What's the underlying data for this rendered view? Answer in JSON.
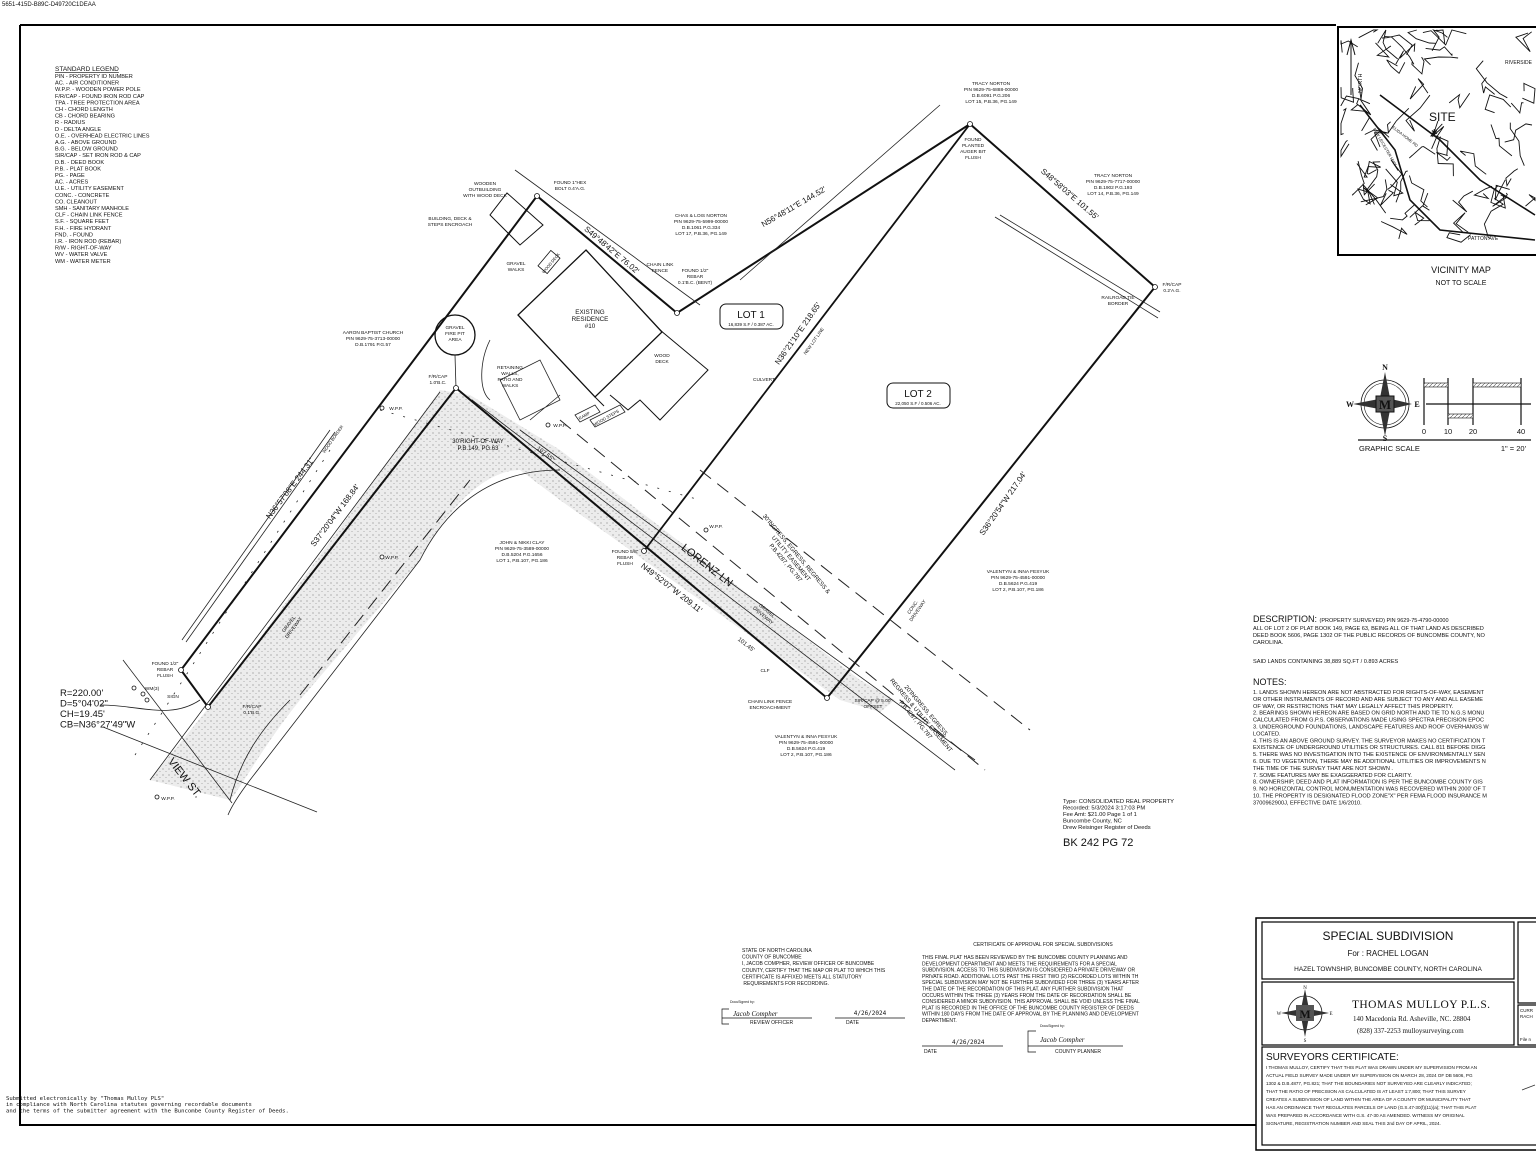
{
  "header_id": "5651-415D-B89C-D49720C1DEAA",
  "legend": {
    "title": "STANDARD LEGEND",
    "items": [
      "PIN - PROPERTY ID NUMBER",
      "AC. - AIR CONDITIONER",
      "W.P.P. - WOODEN POWER POLE",
      "F/R/CAP - FOUND IRON ROD CAP",
      "TPA - TREE PROTECTION AREA",
      "CH - CHORD LENGTH",
      "CB - CHORD BEARING",
      "R - RADIUS",
      "D - DELTA ANGLE",
      "O.E. - OVERHEAD ELECTRIC LINES",
      "A.G. - ABOVE GROUND",
      "B.G. - BELOW GROUND",
      "SIR/CAP - SET IRON ROD & CAP",
      "D.B. - DEED BOOK",
      "P.B. - PLAT BOOK",
      "PG. - PAGE",
      "AC. - ACRES",
      "U.E. - UTILITY EASEMENT",
      "CONC. - CONCRETE",
      "CO. CLEANOUT",
      "SMH - SANITARY MANHOLE",
      "CLF - CHAIN LINK FENCE",
      "S.F. - SQUARE FEET",
      "F.H. - FIRE HYDRANT",
      "FND. - FOUND",
      "I.R. - IRON ROD (REBAR)",
      "R/W - RIGHT-OF-WAY",
      "WV - WATER VALVE",
      "WM - WATER METER"
    ]
  },
  "plat": {
    "lot1": {
      "label": "LOT 1",
      "area": "16,839 S.F / 0.387 AC."
    },
    "lot2": {
      "label": "LOT 2",
      "area": "22,050 S.F / 0.506 AC."
    },
    "bearings": {
      "west": "N36°57'08\"E  244.31'",
      "north_short": "S49°48'42\"E  76.02'",
      "north_long": "N56°48'11\"E  144.52'",
      "northeast": "S48°58'03\"E  101.55'",
      "east": "S36°20'54\"W  217.04'",
      "south": "N49°52'07\"W  209.11'",
      "row": "S37°20'04\"W  168.84'",
      "new_lot_line": "N36°21'10\"E  218.65'",
      "seg_107": "107.55'",
      "seg_101": "101.45'"
    },
    "new_lot_line_label": "NEW LOT LINE",
    "curve": [
      "R=220.00'",
      "D=5°04'02\"",
      "CH=19.45'",
      "CB=N36°27'49\"W"
    ],
    "streets": {
      "lorenz": "LORENZ LN",
      "view": "VIEW ST."
    },
    "owners": {
      "chas_norton": [
        "CHAS & LOIS NORTON",
        "PIN 9629-75-5999-00000",
        "D.B.1061 P.G.334",
        "LOT 17, P.B.36, PG.149"
      ],
      "tracy_norton_15": [
        "TRACY NORTON",
        "PIN 9629-75-6888-00000",
        "D.B.6091 P.G.206",
        "LOT 15, P.B.36, PG.149"
      ],
      "tracy_norton_14": [
        "TRACY NORTON",
        "PIN 9629-75-7717-00000",
        "D.B.1902 P.G.193",
        "LOT 14, P.B.36, PG.149"
      ],
      "aaron_church": [
        "AARON BAPTIST CHURCH",
        "PIN 9629-75-3713-00000",
        "D.B.1791 P.G.57"
      ],
      "clay": [
        "JOHN & NIKKI CLAY",
        "PIN 9629-75-3589-00000",
        "D.B.5204 P.G.1656",
        "LOT 1, P.B.107, PG.186"
      ],
      "fesyuk_east": [
        "VALENTYN & INNA FESYUK",
        "PIN 9629-75-4591-00000",
        "D.B.5624 P.G.419",
        "LOT 2, P.B.107, PG.186"
      ],
      "fesyuk_south": [
        "VALENTYN & INNA FESYUK",
        "PIN 9629-75-4591-00000",
        "D.B.5624 P.G.419",
        "LOT 2, P.B.107, PG.186"
      ]
    },
    "notes": {
      "outbuilding": [
        "WOODEN",
        "OUTBUILDING",
        "WITH WOOD DECK"
      ],
      "hex_bolt": [
        "FOUND 1\"HEX",
        "BOLT 0.4'A.G."
      ],
      "encroach": [
        "BUILDING, DECK &",
        "STEPS ENCROACH"
      ],
      "chain_link": [
        "CHAIN LINK",
        "FENCE"
      ],
      "rebar_bent": [
        "FOUND 1/2\"",
        "REBAR",
        "0.1'B.C. (BENT)"
      ],
      "gravel_walks": [
        "GRAVEL",
        "WALKS"
      ],
      "wood_deck_small": "WOOD DECK",
      "residence": [
        "EXISTING",
        "RESIDENCE",
        "#10"
      ],
      "wood_deck": [
        "WOOD",
        "DECK"
      ],
      "retaining": [
        "RETAINING",
        "WALLS,",
        "PATIO AND",
        "WALKS"
      ],
      "fire_pit": [
        "GRAVEL",
        "FIRE PIT",
        "AREA"
      ],
      "frcap_1": [
        "F/R/CAP",
        "1.0'B.C."
      ],
      "ramp": "RAMP",
      "wood_steps": "WOOD STEPS",
      "row30": [
        "30'RIGHT-OF-WAY",
        "P.B.149, PG.63"
      ],
      "wood_border": "WOOD BORDER",
      "gravel_drive_1": [
        "GRAVEL",
        "DRIVEWAY"
      ],
      "gravel_drive_2": [
        "GRAVEL",
        "DRIVEWAY"
      ],
      "rebar_58": [
        "FOUND 5/8\"",
        "REBAR",
        "FLUSH"
      ],
      "easement30": [
        "30'INGRESS, EGRESS, REGRESS &",
        "UTILITY EASEMENT",
        "P.B.4287, PG.787"
      ],
      "easement20": [
        "20'INGRESS, EGRESS,",
        "REGRESS & UTILITY EASEMENT",
        "P.B.4287, PG.787"
      ],
      "clf": "CLF",
      "clf_encroach": [
        "CHAIN LINK FENCE",
        "ENCROACHMENT"
      ],
      "sir_offset": [
        "SIR/CAP @ 5.00'",
        "OFFSET"
      ],
      "conc_drive": [
        "CONC.",
        "DRIVEWAY"
      ],
      "culvert": "CULVERT",
      "auger": [
        "FOUND",
        "PLANTED",
        "AUGER BIT",
        "FLUSH"
      ],
      "frcap_02": [
        "F/R/CAP",
        "0.2'A.G."
      ],
      "railroad": [
        "RAILROAD TIE",
        "BORDER"
      ],
      "rebar_flush": [
        "FOUND 1/2\"",
        "REBAR",
        "FLUSH"
      ],
      "wm": "WM(3)",
      "sign": "SIGN",
      "frcap_01": [
        "F/R/CAP",
        "0.1'B.G."
      ],
      "wpp": "W.P.P."
    }
  },
  "recording": {
    "lines": [
      "Type:  CONSOLIDATED REAL PROPERTY",
      "Recorded: 5/3/2024 3:17:03 PM",
      "Fee Amt:  $21.00  Page 1 of 1",
      "Buncombe County, NC",
      "Drew Reisinger Register of Deeds"
    ],
    "book_page": "BK 242  PG 72"
  },
  "vicinity_map": {
    "title": "VICINITY MAP",
    "subtitle": "NOT TO SCALE",
    "labels": {
      "site": "SITE",
      "north": "NORTH",
      "riverside": "RIVERSIDE",
      "elida": "ELIDA HOME RD",
      "leicester": "NEW LEICESTER HWY",
      "patton": "PATTON AVE"
    }
  },
  "compass": {
    "n": "N",
    "s": "S",
    "e": "E",
    "w": "W"
  },
  "graphic_scale": {
    "ticks": [
      "0",
      "10",
      "20",
      "40"
    ],
    "title": "GRAPHIC SCALE",
    "ratio": "1\" = 20'"
  },
  "description": {
    "heading": "DESCRIPTION:",
    "heading_sub": "(PROPERTY SURVEYED) PIN 9629-75-4790-00000",
    "lines": [
      "ALL OF LOT 2 OF PLAT BOOK 149, PAGE 63, BEING ALL OF THAT LAND AS DESCRIBED",
      "DEED BOOK 5606, PAGE 1302 OF THE PUBLIC RECORDS OF BUNCOMBE COUNTY, NO",
      "CAROLINA."
    ],
    "area": "SAID LANDS CONTAINING 38,889 SQ.FT / 0.893 ACRES"
  },
  "notes": {
    "heading": "NOTES:",
    "lines": [
      "1. LANDS SHOWN HEREON ARE NOT ABSTRACTED FOR RIGHTS-OF-WAY, EASEMENT",
      "OR OTHER INSTRUMENTS OF RECORD  AND ARE SUBJECT TO ANY AND ALL EASEME",
      "OF WAY, OR RESTRICTIONS THAT MAY LEGALLY AFFECT THIS PROPERTY.",
      "2. BEARINGS SHOWN HEREON ARE BASED ON GRID NORTH AND TIE TO N.G.S MONU",
      "CALCULATED FROM G.P.S. OBSERVATIONS MADE USING SPECTRA PRECISION EPOC",
      "3. UNDERGROUND FOUNDATIONS, LANDSCAPE FEATURES AND ROOF OVERHANGS W",
      "LOCATED.",
      "4. THIS IS AN ABOVE GROUND SURVEY. THE SURVEYOR MAKES NO CERTIFICATION T",
      "EXISTENCE OF UNDERGROUND UTILITIES OR STRUCTURES. CALL 811 BEFORE DIGG",
      "5. THERE WAS NO INVESTIGATION INTO THE EXISTENCE OF ENVIRONMENTALLY SEN",
      "6. DUE TO VEGETATION, THERE MAY BE ADDITIONAL UTILITIES OR IMPROVEMENTS N",
      "THE TIME OF THE SURVEY THAT ARE NOT SHOWN .",
      "7. SOME FEATURES MAY BE EXAGGERATED FOR CLARITY.",
      "8. OWNERSHIP, DEED AND PLAT INFORMATION IS PER THE BUNCOMBE COUNTY GIS",
      "9. NO HORIZONTAL CONTROL MONUMENTATION WAS RECOVERED WITHIN 2000' OF T",
      "10. THE PROPERTY IS DESIGNATED FLOOD ZONE\"X\" PER FEMA FLOOD INSURANCE M",
      "3700962900J, EFFECTIVE DATE 1/6/2010."
    ]
  },
  "review_cert": {
    "lines": [
      "STATE OF NORTH CAROLINA",
      "COUNTY OF BUNCOMBE",
      "",
      "I,  JACOB COMPHER, REVIEW OFFICER OF BUNCOMBE",
      "COUNTY, CERTIFY THAT THE MAP OR PLAT TO WHICH THIS",
      "CERTIFICATE IS AFFIXED MEETS ALL STATUTORY",
      "  REQUIREMENTS FOR RECORDING."
    ],
    "signed_by": "DocuSigned by:",
    "signature": "Jacob Compher",
    "signer_label": "REVIEW OFFICER",
    "date": "4/26/2024",
    "date_label": "DATE"
  },
  "approval_cert": {
    "title": "CERTIFICATE OF APPROVAL FOR SPECIAL SUBDIVISIONS",
    "lines": [
      "THIS FINAL PLAT HAS BEEN REVIEWED BY THE BUNCOMBE COUNTY PLANNING AND",
      "DEVELOPMENT DEPARTMENT AND MEETS THE REQUIREMENTS FOR A SPECIAL",
      "SUBDIVISION. ACCESS TO THIS SUBDIVISION IS CONSIDERED A PRIVATE DRIVEWAY OR",
      "PRIVATE ROAD.  ADDITIONAL LOTS PAST THE FIRST TWO (2) RECORDED LOTS WITHIN TH",
      "SPECIAL SUBDIVISION MAY NOT BE FURTHER SUBDIVIDED FOR THREE (3) YEARS AFTER",
      "THE DATE OF THE RECORDATION OF THIS PLAT. ANY FURTHER SUBDIVISION THAT",
      "OCCURS WITHIN THE THREE (3) YEARS FROM THE DATE OF RECORDATION SHALL BE",
      "CONSIDERED A MINOR SUBDIVISION. THIS APPROVAL SHALL BE VOID UNLESS THE FINAL",
      "PLAT IS RECORDED IN THE OFFICE OF THE BUNCOMBE COUNTY REGISTER OF DEEDS",
      "WITHIN 180 DAYS FROM THE DATE OF APPROVAL BY THE PLANNING AND DEVELOPMENT",
      "DEPARTMENT."
    ],
    "date": "4/26/2024",
    "date_label": "DATE",
    "signed_by": "DocuSigned by:",
    "signature": "Jacob Compher",
    "signer_label": "COUNTY PLANNER"
  },
  "submission": [
    "Submitted electronically by \"Thomas Mulloy PLS\"",
    "in compliance with North Carolina statutes governing recordable documents",
    "and the terms of the submitter agreement with the Buncombe County Register of Deeds."
  ],
  "title_block": {
    "title": "SPECIAL SUBDIVISION",
    "for": "For : RACHEL LOGAN",
    "location": "HAZEL TOWNSHIP, BUNCOMBE COUNTY, NORTH CAROLINA",
    "company": "THOMAS MULLOY P.L.S.",
    "address": "140 Macedonia Rd. Asheville, NC. 28804",
    "contact": "(828) 337-2253  mulloysurveying.com",
    "side_current": "CURR",
    "side_owner": "RACH",
    "side_file": "File n",
    "cert_heading": "SURVEYORS CERTIFICATE:",
    "cert_lines": [
      "I THOMAS MULLOY, CERTIFY THAT THIS PLAT WAS DRAWN UNDER MY SUPERVISION FROM AN",
      "ACTUAL FIELD SURVEY MADE UNDER MY SUPERVISION ON MARCH 28, 2024 OF DB 5606, PG",
      "1302 & D.B.4877, PG.821; THAT THE BOUNDARIES NOT SURVEYED ARE CLEARLY INDICATED;",
      "THAT THE RATIO OF PRECISION AS CALCULATED IS AT LEAST 1:7,800; THAT THIS SURVEY",
      "CREATES A SUBDIVISION OF LAND WITHIN THE AREA OF A COUNTY OR MUNICIPALITY THAT",
      "HAS AN ORDINANCE THAT REGULATES PARCELS OF LAND (G.S.47-30(f)(11)(a); THAT THIS PLAT",
      "WAS PREPARED IN ACCORDANCE WITH G.S. 47-30 AS AMENDED. WITNESS MY ORIGINAL",
      "SIGNATURE, REGISTRATION NUMBER AND SEAL THIS 2nd DAY OF APRIL, 2024."
    ]
  }
}
